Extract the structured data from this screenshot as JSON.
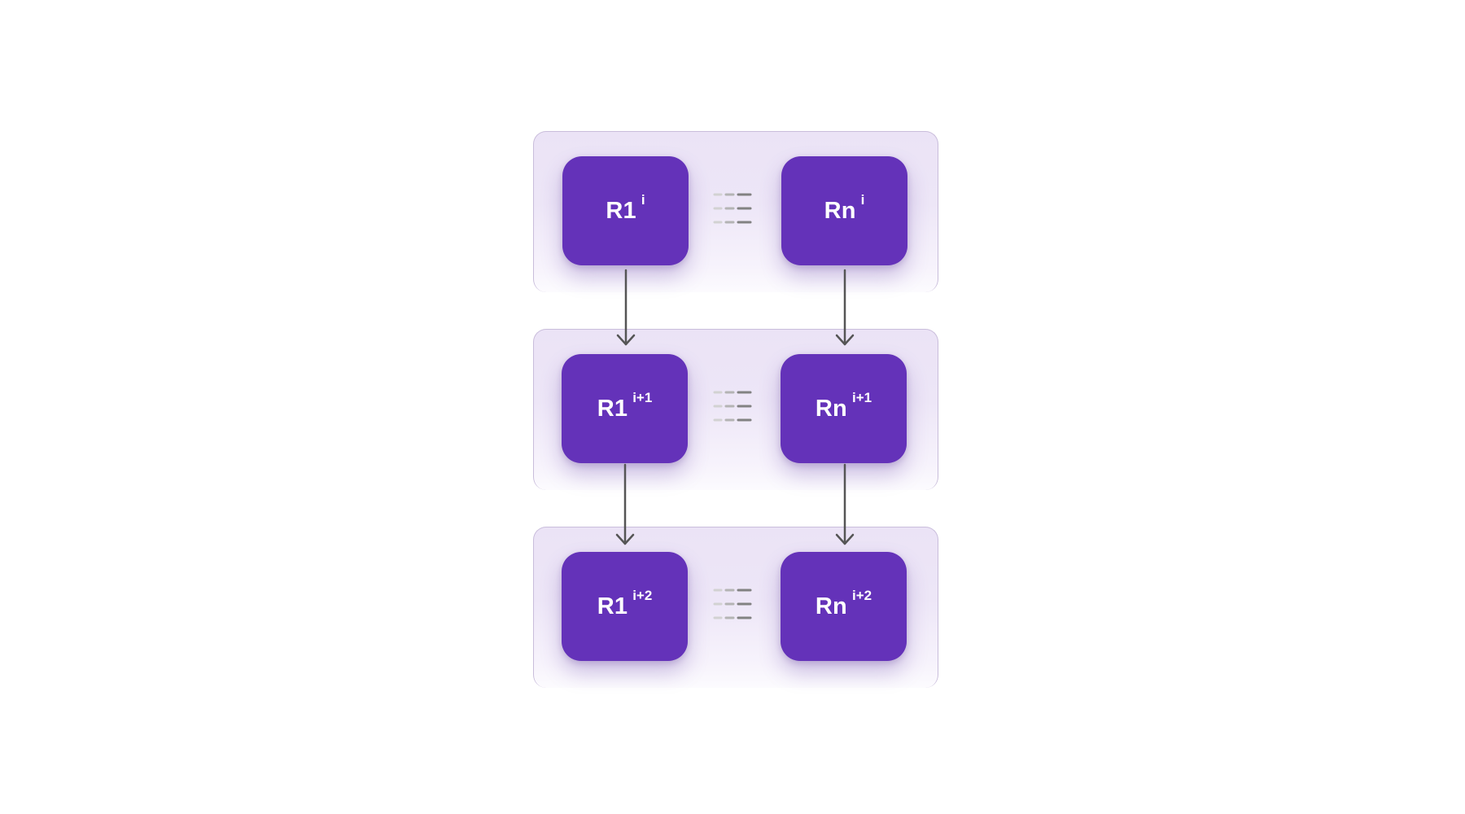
{
  "rows": [
    {
      "left": {
        "base": "R1",
        "sup": "i"
      },
      "right": {
        "base": "Rn",
        "sup": "i"
      }
    },
    {
      "left": {
        "base": "R1",
        "sup": "i+1"
      },
      "right": {
        "base": "Rn",
        "sup": "i+1"
      }
    },
    {
      "left": {
        "base": "R1",
        "sup": "i+2"
      },
      "right": {
        "base": "Rn",
        "sup": "i+2"
      }
    }
  ],
  "colors": {
    "node_fill": "#6432b9",
    "node_text": "#ffffff",
    "band_fill": "#ebe3f6",
    "band_border": "#c9bddb",
    "arrow": "#555555",
    "ellipsis": "#8a8a8a"
  },
  "icons": {
    "ellipsis": "horizontal-dashed-ellipsis-icon",
    "arrow": "arrow-down-icon"
  }
}
